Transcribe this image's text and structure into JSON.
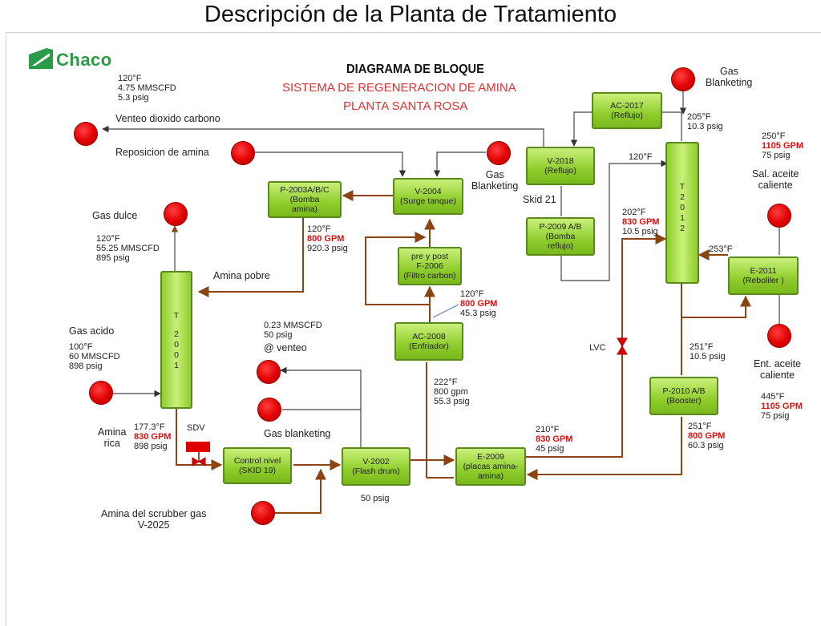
{
  "slide_title": "Descripción de la Planta de Tratamiento",
  "logo": "Chaco",
  "diagram": {
    "title": "DIAGRAMA DE BLOQUE",
    "subtitle1": "SISTEMA DE REGENERACION DE AMINA",
    "subtitle2": "PLANTA SANTA ROSA"
  },
  "colors": {
    "line": "#8b4513",
    "blue_line": "#5b88c0",
    "box_green": "#8fcd2c",
    "circle_red": "#e00000",
    "text_red": "#e01010"
  },
  "units": {
    "T2001": [
      "T",
      "2",
      "0",
      "0",
      "1"
    ],
    "T2012": [
      "T",
      "2",
      "0",
      "1",
      "2"
    ],
    "P2003": [
      "P-2003A/B/C",
      "(Bomba",
      "amina)"
    ],
    "V2004": [
      "V-2004",
      "(Surge tanque)"
    ],
    "F2006": [
      "pre y post",
      "F-2006",
      "(Filtro carbon)"
    ],
    "AC2008": [
      "AC-2008",
      "(Enfriador)"
    ],
    "AC2017": [
      "AC-2017",
      "(Reflujo)"
    ],
    "V2018": [
      "V-2018",
      "(Reflujo)"
    ],
    "P2009": [
      "P-2009 A/B",
      "(Bomba",
      "reflujo)"
    ],
    "E2011": [
      "E-2011",
      "(Reboliler )"
    ],
    "P2010": [
      "P-2010 A/B",
      "(Booster)"
    ],
    "E2009": [
      "E-2009",
      "(placas amina-",
      "amina)"
    ],
    "V2002": [
      "V-2002",
      "(Flash drum)"
    ],
    "CN": [
      "Control nivel",
      "(SKID 19)"
    ]
  },
  "labels": {
    "co2_cond": [
      "120°F",
      "4.75 MMSCFD",
      "5.3 psig"
    ],
    "venteo_co2": "Venteo dioxido carbono",
    "reposicion": "Reposicion de amina",
    "gas_dulce": "Gas dulce",
    "gas_dulce_cond": [
      "120°F",
      "55.25 MMSCFD",
      "895 psig"
    ],
    "amina_pobre": "Amina pobre",
    "gas_acido": "Gas acido",
    "gas_acido_cond": [
      "100°F",
      "60 MMSCFD",
      "898 psig"
    ],
    "amina_rica": [
      "Amina",
      "rica"
    ],
    "amina_rica_cond": {
      "t": "177.3°F",
      "q": "830 GPM",
      "p": "898 psig"
    },
    "sdv": "SDV",
    "amina_scrubber": [
      "Amina del scrubber gas",
      "V-2025"
    ],
    "venteo_cond": [
      "0.23 MMSCFD",
      "50 psig",
      "@ venteo"
    ],
    "gas_blanketing_low": "Gas blanketing",
    "v2002_p": "50 psig",
    "p2003_out": {
      "t": "120°F",
      "q": "800 GPM",
      "p": "920.3 psig"
    },
    "gas_blanketing_mid": [
      "Gas",
      "Blanketing"
    ],
    "skid21": "Skid 21",
    "ac2008_out": {
      "t": "120°F",
      "q": "800 GPM",
      "p": "45.3 psig"
    },
    "e2009_to_ac": [
      "222°F",
      "800 gpm",
      "55.3 psig"
    ],
    "e2009_in_rica": {
      "t": "210°F",
      "q": "830 GPM",
      "p": "45 psig"
    },
    "lvc": "LVC",
    "reflux_in": "120°F",
    "t2012_feed": {
      "t": "202°F",
      "q": "830 GPM",
      "p": "10.5 psig"
    },
    "gas_blanketing_top": [
      "Gas",
      "Blanketing"
    ],
    "t2012_top": [
      "205°F",
      "10.3 psig"
    ],
    "sal_aceite": {
      "t": "250°F",
      "q": "1105 GPM",
      "p": "75 psig",
      "name1": "Sal. aceite",
      "name2": "caliente"
    },
    "reboiler_in": "253°F",
    "t2012_bottom": [
      "251°F",
      "10.5 psig"
    ],
    "ent_aceite": {
      "name1": "Ent. aceite",
      "name2": "caliente",
      "t": "445°F",
      "q": "1105 GPM",
      "p": "75 psig"
    },
    "p2010_out": {
      "t": "251°F",
      "q": "800 GPM",
      "p": "60.3 psig"
    }
  }
}
